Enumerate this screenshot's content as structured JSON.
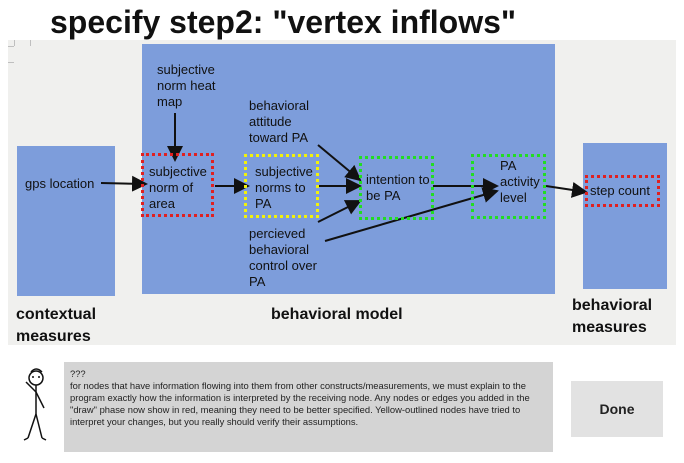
{
  "header": {
    "title": "specify step2: \"vertex inflows\""
  },
  "regions": {
    "contextual": "contextual measures",
    "behavioral_model": "behavioral model",
    "behavioral_measures": "behavioral measures"
  },
  "nodes": {
    "gps": "gps location",
    "subjective_norm_heat_map": "subjective norm heat map",
    "subjective_norm_of_area": "subjective norm of area",
    "behavioral_attitude": "behavioral attitude toward PA",
    "subjective_norms_to_pa": "subjective norms to PA",
    "perceived_control": "percieved behavioral control over PA",
    "intention": "intention to be PA",
    "pa_activity": "PA activity level",
    "step_count": "step count"
  },
  "colors": {
    "block": "#7d9ddb",
    "red_outline": "#e02020",
    "yellow_outline": "#f2f20a",
    "green_outline": "#22dd22"
  },
  "message": {
    "heading": "???",
    "body": "for nodes that have information flowing into them from other constructs/measurements, we must explain to the program exactly how the information is interpreted by the receiving node. Any nodes or edges you added in the \"draw\" phase now show in red, meaning they need to be better specified. Yellow-outlined nodes have tried to interpret your changes, but you really should verify their assumptions."
  },
  "buttons": {
    "done": "Done"
  }
}
